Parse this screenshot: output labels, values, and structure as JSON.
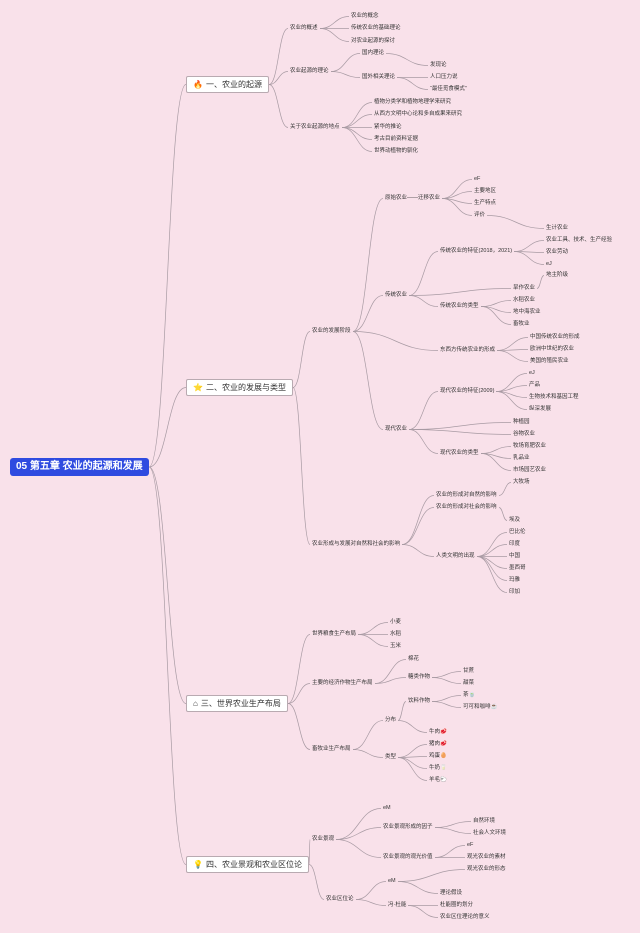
{
  "root": "05 第五章 农业的起源和发展",
  "icons": {
    "fire": "🔥",
    "star": "⭐",
    "house": "⌂",
    "bulb": "💡"
  },
  "colors": {
    "background": "#f9e1ea",
    "root": "#2f4be0",
    "line": "#a89aa3"
  },
  "s1": {
    "title": "一、农业的起源",
    "gaishu": {
      "label": "农业的概述",
      "items": [
        "农业的概念",
        "传统农业的基础理论",
        "对农业起源的探讨"
      ]
    },
    "lilun": {
      "label": "农业起源的理论",
      "guonei": "国内理论",
      "guowai": "国外相关理论",
      "guowai_items": [
        "发现论",
        "人口压力说",
        "“最佳觅食模式”"
      ]
    },
    "didian": {
      "label": "关于农业起源的地点",
      "items": [
        "植物分类学和植物地理学来研究",
        "从西方文明中心论和多自成果来研究",
        "紧华的推论",
        "考古目前资料证据",
        "世界动植物的驯化"
      ]
    }
  },
  "s2": {
    "title": "二、农业的发展与类型",
    "jieduan": {
      "label": "农业的发展阶段",
      "yuanshi": {
        "label": "原始农业——迁移农业",
        "items": [
          "eF",
          "主要地区",
          "生产特点",
          "评价"
        ]
      },
      "chuantong": {
        "label": "传统农业",
        "tezheng": {
          "label": "传统农业的特征(2018，2021)",
          "items": [
            "生计农业",
            "农业工具、技术、生产经验",
            "农业劳动",
            "eJ",
            "地主阶级"
          ]
        },
        "leixing": {
          "label": "传统农业的类型",
          "items": [
            "旱作农业",
            "水稻农业",
            "地中海农业",
            "畜牧业"
          ]
        },
        "dongxi": {
          "label": "东西方传统农业的形成",
          "items": [
            "中国传统农业的形成",
            "欧洲中世纪的农业",
            "美国的殖民农业"
          ]
        }
      },
      "xiandai": {
        "label": "现代农业",
        "tezheng": {
          "label": "现代农业的特征(2009)",
          "items": [
            "eJ",
            "产品",
            "生物技术和基因工程",
            "纵深发展"
          ]
        },
        "leixing": {
          "label": "现代农业的类型",
          "items": [
            "种植园",
            "谷物农业",
            "牧场育肥农业",
            "乳品业",
            "市场园艺农业",
            "大牧场"
          ]
        }
      }
    },
    "yingxiang": {
      "label": "农业形成与发展对自然和社会的影响",
      "items": [
        "农业的形成对自然的影响",
        "农业的形成对社会的影响"
      ],
      "wenming": {
        "label": "人类文明的出现",
        "items": [
          "埃及",
          "巴比伦",
          "印度",
          "中国",
          "墨西哥",
          "玛雅",
          "印加"
        ]
      }
    }
  },
  "s3": {
    "title": "三、世界农业生产布局",
    "liangshi": {
      "label": "世界粮食生产布局",
      "items": [
        "小麦",
        "水稻",
        "玉米"
      ]
    },
    "jingji": {
      "label": "主要的经济作物生产布局",
      "mianhua": "棉花",
      "tang": {
        "label": "糖类作物",
        "items": [
          "甘蔗",
          "甜菜"
        ]
      },
      "yinliao": {
        "label": "饮料作物",
        "items": [
          "茶🍵",
          "可可和咖啡☕"
        ]
      }
    },
    "xumu": {
      "label": "畜牧业生产布局",
      "fenbu": "分布",
      "leixing": "类型",
      "items": [
        "牛肉🥩",
        "猪肉🥩",
        "鸡蛋🥚",
        "牛奶🥛",
        "羊毛🐑"
      ]
    }
  },
  "s4": {
    "title": "四、农业景观和农业区位论",
    "jingguan": {
      "label": "农业景观",
      "eM": "eM",
      "yinzi": {
        "label": "农业景观形成的因子",
        "items": [
          "自然环境",
          "社会人文环境"
        ]
      },
      "jiazhi": {
        "label": "农业景观的观光价值",
        "items": [
          "eF",
          "观光农业的素材",
          "观光农业的形态"
        ]
      }
    },
    "quwei": {
      "label": "农业区位论",
      "eM": "eM",
      "du": {
        "label": "冯·杜能",
        "items": [
          "理论假设",
          "杜能圈的划分",
          "农业区位理论的意义"
        ]
      }
    }
  }
}
